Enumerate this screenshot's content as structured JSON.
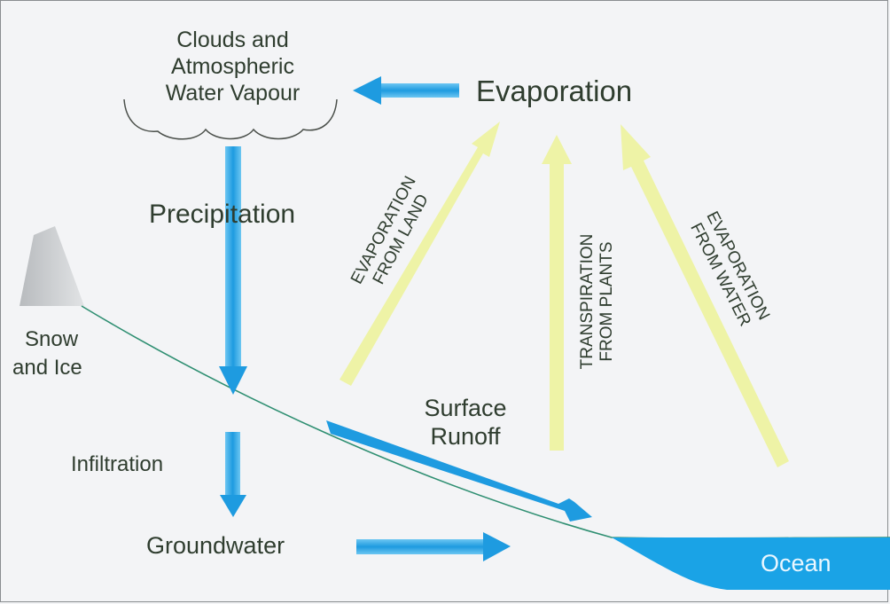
{
  "diagram": {
    "clouds_label": [
      "Clouds and",
      "Atmospheric",
      "Water Vapour"
    ],
    "evaporation": "Evaporation",
    "precipitation": "Precipitation",
    "snow_and_ice": [
      "Snow",
      "and Ice"
    ],
    "infiltration": "Infiltration",
    "groundwater": "Groundwater",
    "surface_runoff": [
      "Surface",
      "Runoff"
    ],
    "ocean": "Ocean",
    "evaporation_from_land": [
      "EVAPORATION",
      "FROM LAND"
    ],
    "transpiration_from_plants": [
      "TRANSPIRATION",
      "FROM PLANTS"
    ],
    "evaporation_from_water": [
      "EVAPORATION",
      "FROM WATER"
    ]
  },
  "colors": {
    "blue_arrow": "#1e9be0",
    "yellow_arrow": "#eef3a6",
    "ocean": "#1aa3e6",
    "ground_line": "#2f8f72",
    "text": "#2f3d2f"
  }
}
